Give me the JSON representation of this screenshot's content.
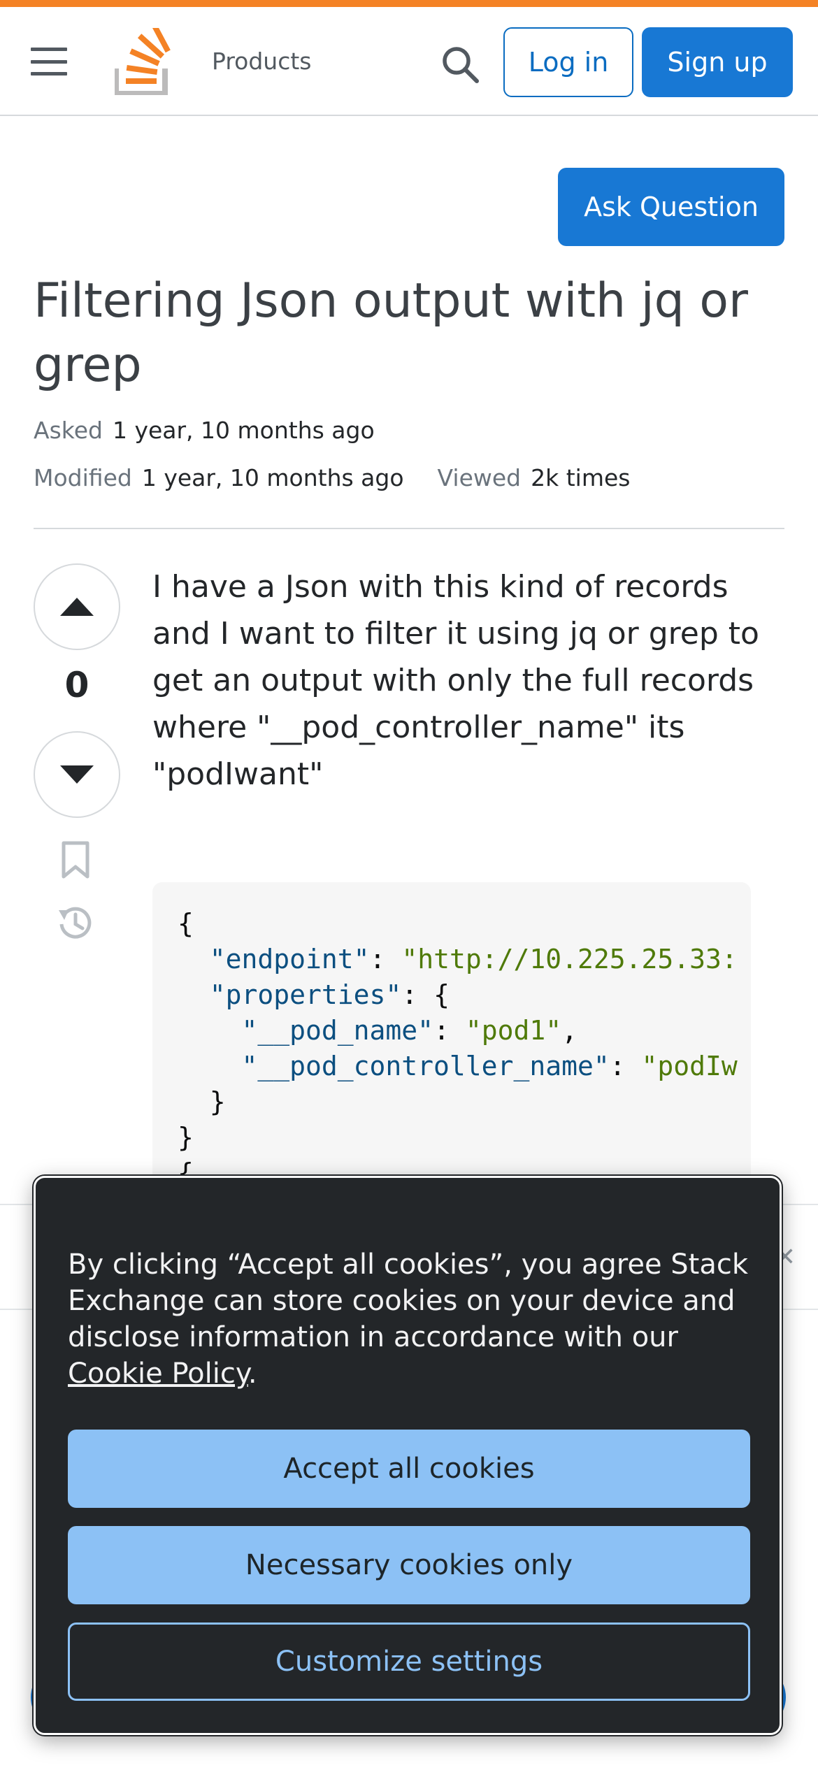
{
  "header": {
    "products_label": "Products",
    "login_label": "Log in",
    "signup_label": "Sign up",
    "accent_color": "#f48225",
    "primary_color": "#1878d4"
  },
  "question": {
    "ask_button_label": "Ask Question",
    "title": "Filtering Json output with jq or grep",
    "asked_label": "Asked",
    "asked_value": "1 year, 10 months ago",
    "modified_label": "Modified",
    "modified_value": "1 year, 10 months ago",
    "viewed_label": "Viewed",
    "viewed_value": "2k times",
    "vote_count": "0",
    "body": "I have a Json with this kind of records and I want to filter it using jq or grep to get an output with only the full records where \"__pod_controller_name\" its \"podIwant\"",
    "code_lines": [
      [
        {
          "t": "p",
          "v": "{"
        }
      ],
      [
        {
          "t": "p",
          "v": "  "
        },
        {
          "t": "k",
          "v": "\"endpoint\""
        },
        {
          "t": "p",
          "v": ": "
        },
        {
          "t": "s",
          "v": "\"http://10.225.25.33:"
        }
      ],
      [
        {
          "t": "p",
          "v": "  "
        },
        {
          "t": "k",
          "v": "\"properties\""
        },
        {
          "t": "p",
          "v": ": {"
        }
      ],
      [
        {
          "t": "p",
          "v": "    "
        },
        {
          "t": "k",
          "v": "\"__pod_name\""
        },
        {
          "t": "p",
          "v": ": "
        },
        {
          "t": "s",
          "v": "\"pod1\""
        },
        {
          "t": "p",
          "v": ","
        }
      ],
      [
        {
          "t": "p",
          "v": "    "
        },
        {
          "t": "k",
          "v": "\"__pod_controller_name\""
        },
        {
          "t": "p",
          "v": ": "
        },
        {
          "t": "s",
          "v": "\"podIw"
        }
      ],
      [
        {
          "t": "p",
          "v": "  }"
        }
      ],
      [
        {
          "t": "p",
          "v": "}"
        }
      ],
      [
        {
          "t": "p",
          "v": "{"
        }
      ]
    ],
    "icons": {
      "vote_up": "triangle-up-icon",
      "vote_down": "triangle-down-icon",
      "bookmark": "bookmark-icon",
      "history": "history-icon"
    }
  },
  "cookie_banner": {
    "text": "By clicking “Accept all cookies”, you agree Stack Exchange can store cookies on your device and disclose information in accordance with our",
    "link_label": "Cookie Policy",
    "text_end": ".",
    "accept_label": "Accept all cookies",
    "necessary_label": "Necessary cookies only",
    "customize_label": "Customize settings",
    "button_color": "#8cc1f5",
    "background_color": "#232629"
  }
}
